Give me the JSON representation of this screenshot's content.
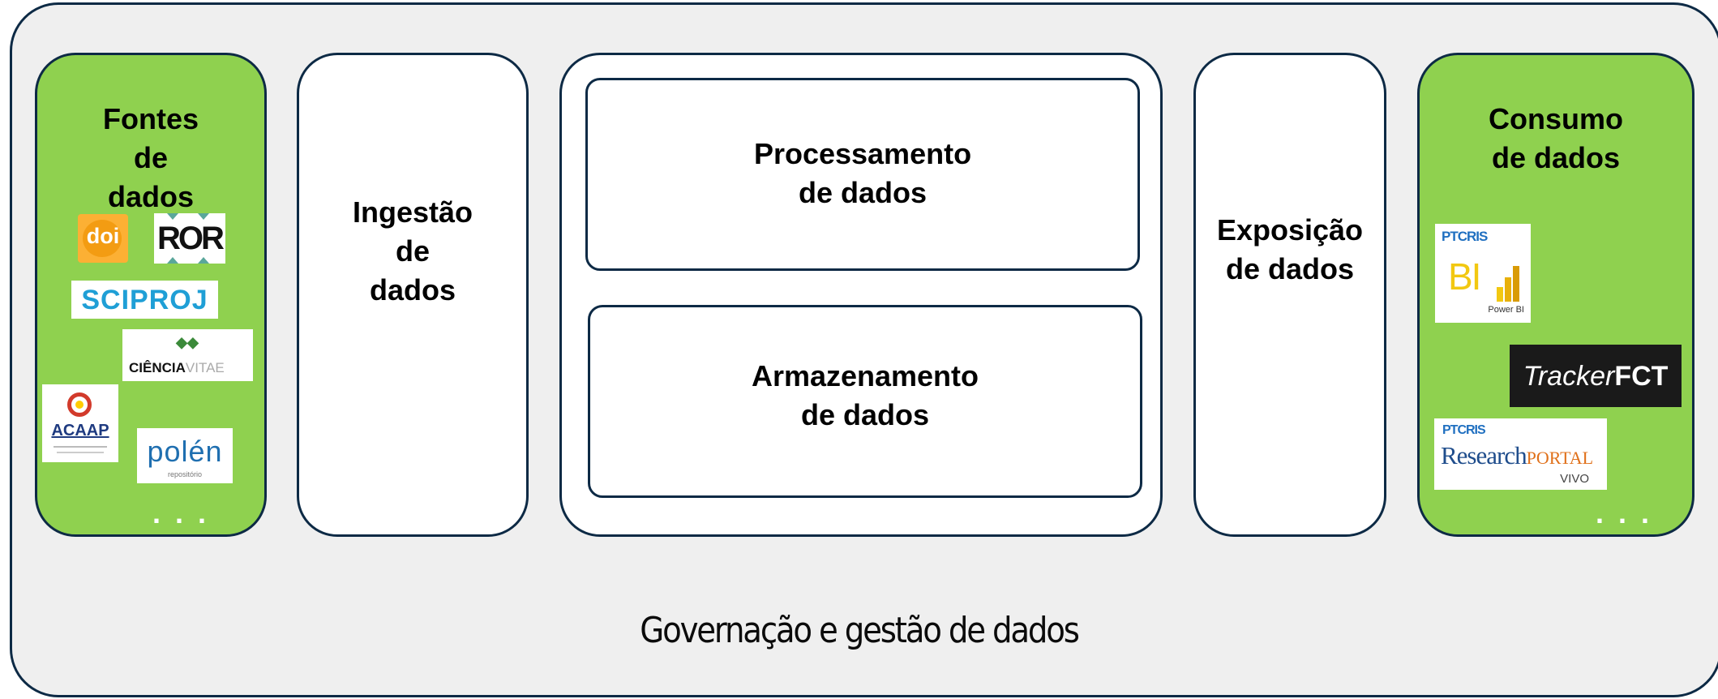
{
  "stages": {
    "fontes": "Fontes\nde\ndados",
    "ingestao": "Ingestão\nde\ndados",
    "processamento": "Processamento\nde dados",
    "armazenamento": "Armazenamento\nde dados",
    "exposicao": "Exposição\nde dados",
    "consumo": "Consumo\nde dados"
  },
  "governance": "Governação e gestão de dados",
  "sources": {
    "doi": "doi",
    "ror": "ROR",
    "sciproj": "SCIPROJ",
    "cienciavitae_a": "CIÊNCIA",
    "cienciavitae_b": "VITAE",
    "acaap": "ACAAP",
    "polen": "polén",
    "polen_sub": "repositório",
    "more": "..."
  },
  "consumers": {
    "ptcris_bi_brand": "PTCRIS",
    "ptcris_bi_bi": "BI",
    "ptcris_bi_sub": "Power BI",
    "tracker_a": "Tracker",
    "tracker_b": "FCT",
    "portal_brand": "PTCRIS",
    "portal_a": "Research",
    "portal_b": "PORTAL",
    "portal_sub": "VIVO",
    "more": "..."
  },
  "colors": {
    "border": "#0d2a45",
    "green": "#8fd14f",
    "background": "#efefef"
  }
}
